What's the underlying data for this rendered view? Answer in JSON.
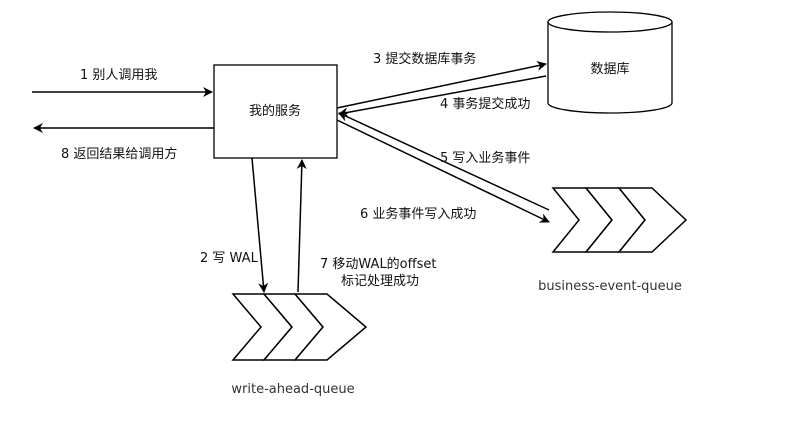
{
  "nodes": {
    "service": "我的服务",
    "database": "数据库",
    "business_queue": "business-event-queue",
    "wal_queue": "write-ahead-queue"
  },
  "edges": {
    "e1": "1 别人调用我",
    "e2": "2 写 WAL",
    "e3": "3 提交数据库事务",
    "e4": "4 事务提交成功",
    "e5": "5 写入业务事件",
    "e6": "6 业务事件写入成功",
    "e7_line1": "7 移动WAL的offset",
    "e7_line2": "标记处理成功",
    "e8": "8 返回结果给调用方"
  }
}
